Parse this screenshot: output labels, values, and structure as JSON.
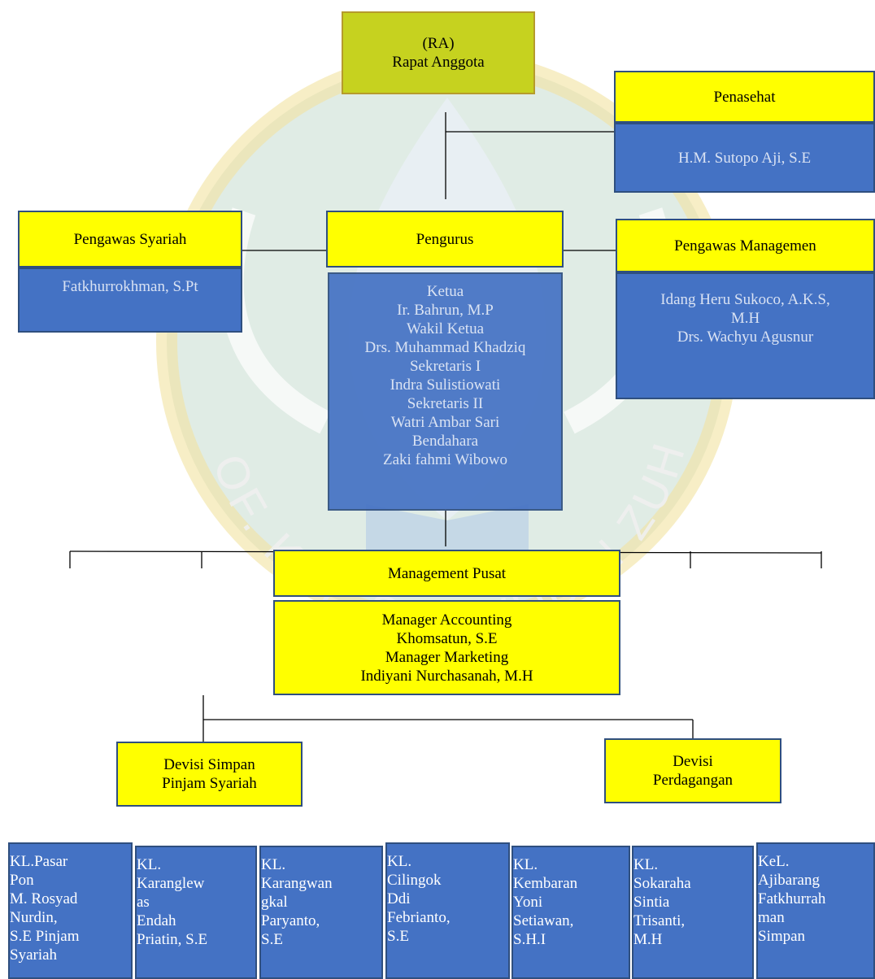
{
  "rapat": {
    "line1": "(RA)",
    "line2": "Rapat Anggota"
  },
  "penasehat": {
    "title": "Penasehat",
    "name": "H.M. Sutopo Aji, S.E"
  },
  "pengawas_syariah": {
    "title": "Pengawas Syariah",
    "name": "Fatkhurrokhman, S.Pt"
  },
  "pengurus": {
    "title": "Pengurus",
    "lines": [
      "Ketua",
      "Ir. Bahrun, M.P",
      "Wakil Ketua",
      "Drs. Muhammad Khadziq",
      "Sekretaris I",
      "Indra Sulistiowati",
      "Sekretaris II",
      "Watri Ambar Sari",
      "Bendahara",
      "Zaki fahmi Wibowo"
    ]
  },
  "pengawas_managemen": {
    "title": "Pengawas Managemen",
    "lines": [
      "Idang Heru Sukoco, A.K.S,",
      "M.H",
      "Drs. Wachyu Agusnur"
    ]
  },
  "management": {
    "title": "Management Pusat",
    "lines": [
      "Manager Accounting",
      "Khomsatun, S.E",
      "Manager Marketing",
      "Indiyani Nurchasanah, M.H"
    ]
  },
  "devisi_simpan": {
    "line1": "Devisi Simpan",
    "line2": "Pinjam Syariah"
  },
  "devisi_dagang": {
    "line1": "Devisi",
    "line2": "Perdagangan"
  },
  "branches": [
    {
      "lines": [
        "KL.Pasar",
        "Pon",
        "M. Rosyad",
        "Nurdin,",
        "S.E Pinjam",
        "Syariah"
      ]
    },
    {
      "lines": [
        "KL.",
        "Karanglew",
        "as",
        "Endah",
        "Priatin, S.E"
      ]
    },
    {
      "lines": [
        "KL.",
        "Karangwan",
        "gkal",
        "Paryanto,",
        "S.E"
      ]
    },
    {
      "lines": [
        "KL.",
        "Cilingok",
        "Ddi",
        "Febrianto,",
        "S.E"
      ]
    },
    {
      "lines": [
        "KL.",
        "Kembaran",
        "Yoni",
        "Setiawan,",
        "S.H.I"
      ]
    },
    {
      "lines": [
        "KL.",
        "Sokaraha",
        "Sintia",
        "Trisanti,",
        "M.H"
      ]
    },
    {
      "lines": [
        "KeL.",
        "Ajibarang",
        "Fatkhurrah",
        "man",
        "Simpan"
      ]
    }
  ],
  "watermark": {
    "text": "PROF. K.H. SAIFUDDIN ZUHRI"
  }
}
